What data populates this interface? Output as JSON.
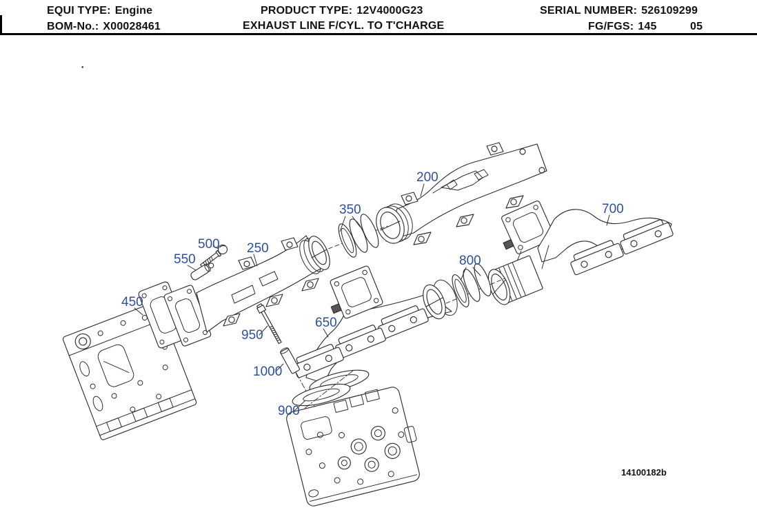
{
  "header": {
    "equi_type_label": "EQUI TYPE:",
    "equi_type_value": "Engine",
    "product_type_label": "PRODUCT TYPE:",
    "product_type_value": "12V4000G23",
    "serial_number_label": "SERIAL NUMBER:",
    "serial_number_value": "526109299",
    "bom_label": "BOM-No.:",
    "bom_value": "X00028461",
    "assembly_title": "EXHAUST LINE F/CYL. TO T'CHARGE",
    "fg_fgs_label": "FG/FGS:",
    "fg_fgs_value": "145",
    "fg_fgs_value2": "05"
  },
  "drawing": {
    "callout_color": "#2d4f9e",
    "line_color": "#2e2e2e",
    "drawing_number": "14100182b",
    "stray_mark": ".",
    "callouts": [
      {
        "label": "200"
      },
      {
        "label": "250"
      },
      {
        "label": "350"
      },
      {
        "label": "450"
      },
      {
        "label": "500"
      },
      {
        "label": "550"
      },
      {
        "label": "650"
      },
      {
        "label": "700"
      },
      {
        "label": "800"
      },
      {
        "label": "900"
      },
      {
        "label": "950"
      },
      {
        "label": "1000"
      }
    ]
  }
}
